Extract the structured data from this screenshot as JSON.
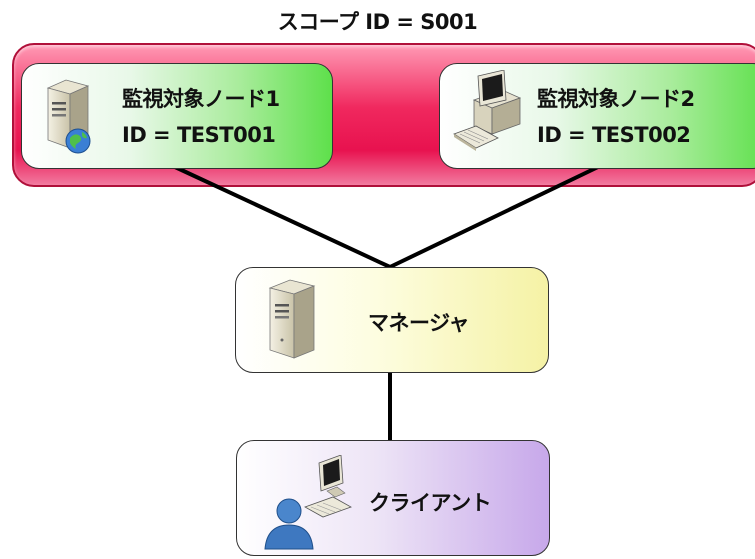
{
  "scope": {
    "title": "スコープ ID = S001"
  },
  "nodes": [
    {
      "name": "監視対象ノード1",
      "id": "ID = TEST001",
      "icon": "server-globe-icon"
    },
    {
      "name": "監視対象ノード2",
      "id": "ID = TEST002",
      "icon": "desktop-pc-icon"
    }
  ],
  "manager": {
    "label": "マネージャ",
    "icon": "server-icon"
  },
  "client": {
    "label": "クライアント",
    "icon": "user-computer-icon"
  },
  "colors": {
    "scope_fill": "#f0285e",
    "node_fill": "#5ee04b",
    "manager_fill": "#f5f2a5",
    "client_fill": "#c7a8ea"
  }
}
